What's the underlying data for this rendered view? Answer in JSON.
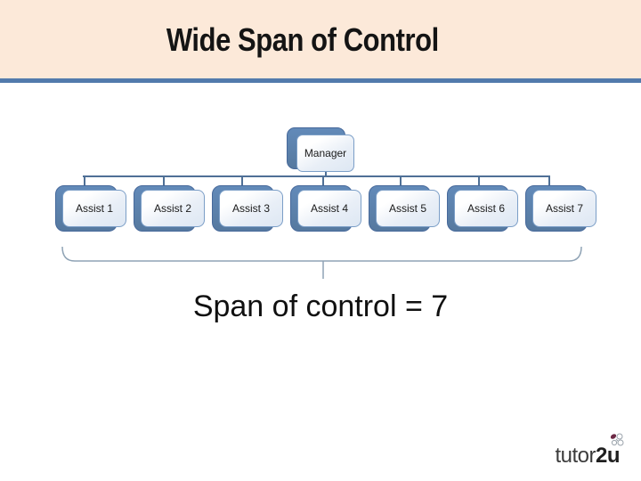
{
  "header": {
    "title": "Wide Span of Control"
  },
  "chart": {
    "type": "org-chart",
    "root": {
      "label": "Manager"
    },
    "children": [
      {
        "label": "Assist 1"
      },
      {
        "label": "Assist 2"
      },
      {
        "label": "Assist 3"
      },
      {
        "label": "Assist 4"
      },
      {
        "label": "Assist 5"
      },
      {
        "label": "Assist 6"
      },
      {
        "label": "Assist 7"
      }
    ]
  },
  "caption": {
    "text": "Span of control = 7"
  },
  "footer": {
    "logo_regular": "tutor",
    "logo_bold": "2u"
  },
  "colors": {
    "header_bg": "#fce9d9",
    "rule": "#527aac",
    "node_dark": "#5b83b4",
    "node_dark_border": "#47699b",
    "node_light_border": "#7b9ec7",
    "connector": "#4f7096",
    "brace": "#8fa3b5",
    "flower_petal": "#6d2a45"
  }
}
